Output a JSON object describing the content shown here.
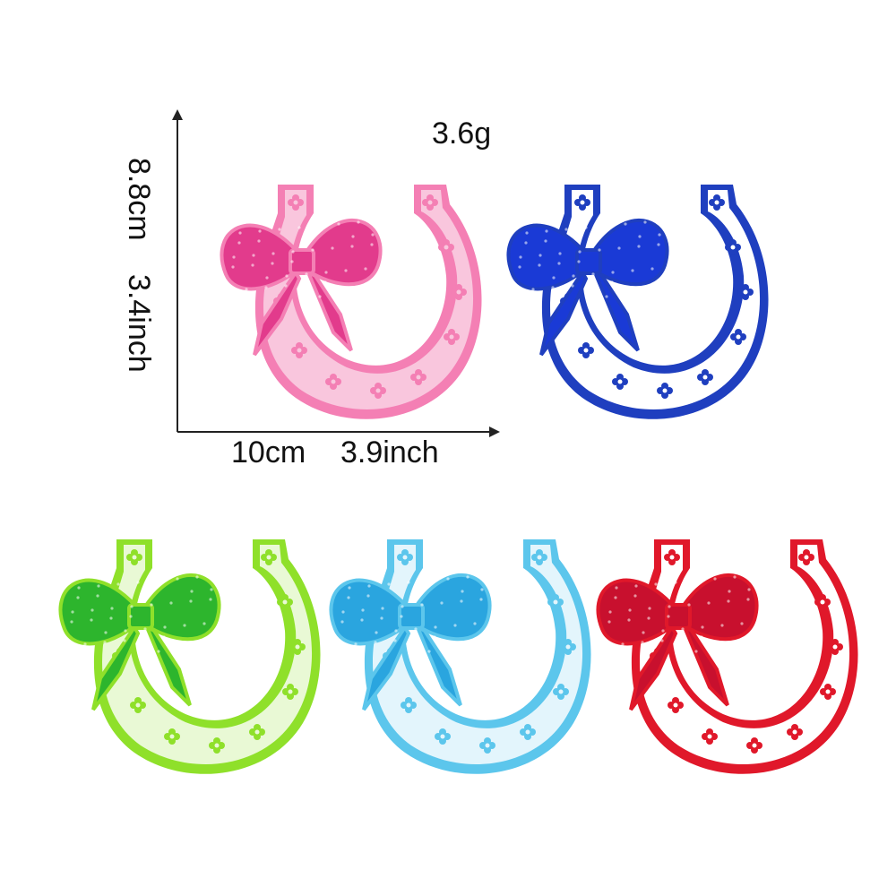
{
  "dimensions": {
    "weight": "3.6g",
    "width_cm": "10cm",
    "width_in": "3.9inch",
    "height_cm": "8.8cm",
    "height_in": "3.4inch"
  },
  "patches": [
    {
      "name": "pink-horseshoe-patch",
      "color": "#f47fb4",
      "light": "#f9c6dd",
      "bow": "#e23b8c"
    },
    {
      "name": "blue-horseshoe-patch",
      "color": "#1f3fbf",
      "light": "#ffffff",
      "bow": "#1a3ad6"
    },
    {
      "name": "green-horseshoe-patch",
      "color": "#8fe02a",
      "light": "#e9f9d5",
      "bow": "#2db52d"
    },
    {
      "name": "light-blue-horseshoe-patch",
      "color": "#5cc6ec",
      "light": "#e3f5fc",
      "bow": "#2aa5df"
    },
    {
      "name": "red-horseshoe-patch",
      "color": "#e0182a",
      "light": "#ffffff",
      "bow": "#c8102e"
    }
  ],
  "icons": {
    "vertical-axis": "arrow-up-icon",
    "horizontal-axis": "arrow-right-icon"
  }
}
